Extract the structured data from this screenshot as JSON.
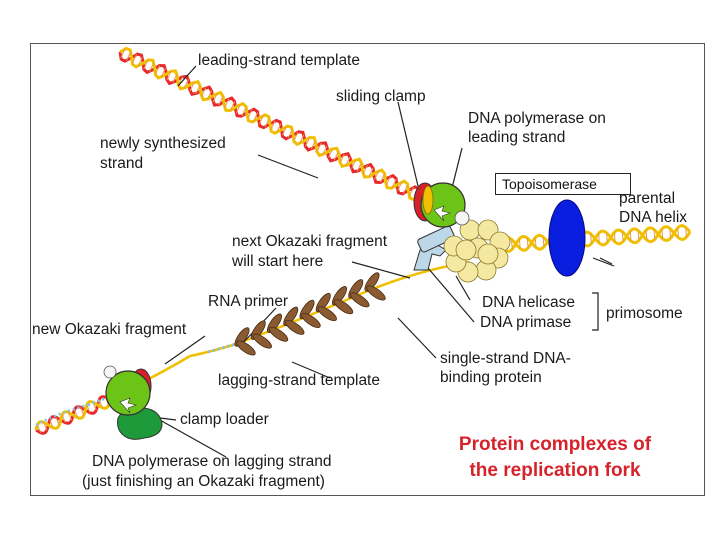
{
  "labels": {
    "leading_strand_template": "leading-strand template",
    "sliding_clamp": "sliding clamp",
    "dna_polymerase_leading_1": "DNA polymerase on",
    "dna_polymerase_leading_2": "leading strand",
    "newly_synthesized_1": "newly synthesized",
    "newly_synthesized_2": "strand",
    "topoisomerase": "Topoisomerase",
    "parental_1": "parental",
    "parental_2": "DNA helix",
    "next_okazaki_1": "next Okazaki fragment",
    "next_okazaki_2": "will start here",
    "rna_primer": "RNA primer",
    "new_okazaki": "new Okazaki fragment",
    "dna_helicase": "DNA helicase",
    "dna_primase": "DNA primase",
    "primosome": "primosome",
    "ssb_1": "single-strand DNA-",
    "ssb_2": "binding protein",
    "lagging_template": "lagging-strand template",
    "clamp_loader": "clamp loader",
    "pol_lagging_1": "DNA polymerase on lagging strand",
    "pol_lagging_2": "(just finishing an Okazaki fragment)"
  },
  "title": {
    "line1": "Protein complexes of",
    "line2": "the replication fork"
  },
  "colors": {
    "title": "#d6222a",
    "topoisomerase": "#0a1ee0",
    "helicase": "#f5e8a0",
    "polymerase": "#6cc417",
    "clamp": "#d8202a",
    "ssb": "#8a5a32",
    "primase": "#bcd8e8",
    "clamp_loader": "#1e9a3a",
    "strand_red": "#e8282a",
    "strand_yellow": "#f0c000"
  }
}
